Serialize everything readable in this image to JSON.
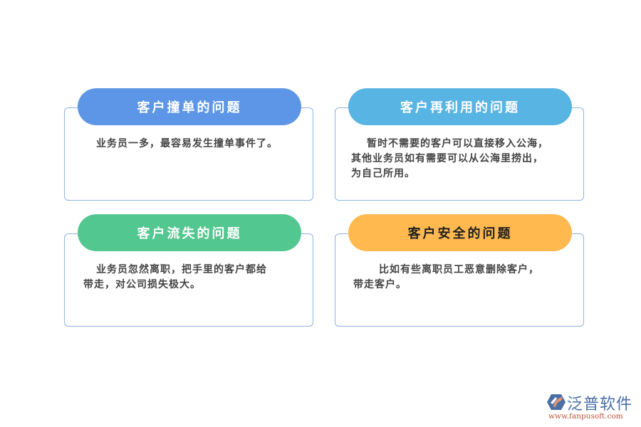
{
  "cards": [
    {
      "title": "客户撞单的问题",
      "pill_color": "#5d96e6",
      "lines": [
        "业务员一多，最容易发生撞单事件了。"
      ]
    },
    {
      "title": "客户再利用的问题",
      "pill_color": "#57b4e3",
      "lines": [
        "暂时不需要的客户可以直接移入公海，",
        "其他业务员如有需要可以从公海里捞出，",
        "为自己所用。"
      ]
    },
    {
      "title": "客户流失的问题",
      "pill_color": "#52c78f",
      "lines": [
        "业务员忽然离职，把手里的客户都给",
        "带走，对公司损失极大。"
      ]
    },
    {
      "title": "客户安全的问题",
      "pill_color": "#ffb94f",
      "lines": [
        "比如有些离职员工恶意删除客户，",
        "带走客户。"
      ]
    }
  ],
  "logo": {
    "name": "泛普软件",
    "url": "www.fanpusoft.com"
  }
}
